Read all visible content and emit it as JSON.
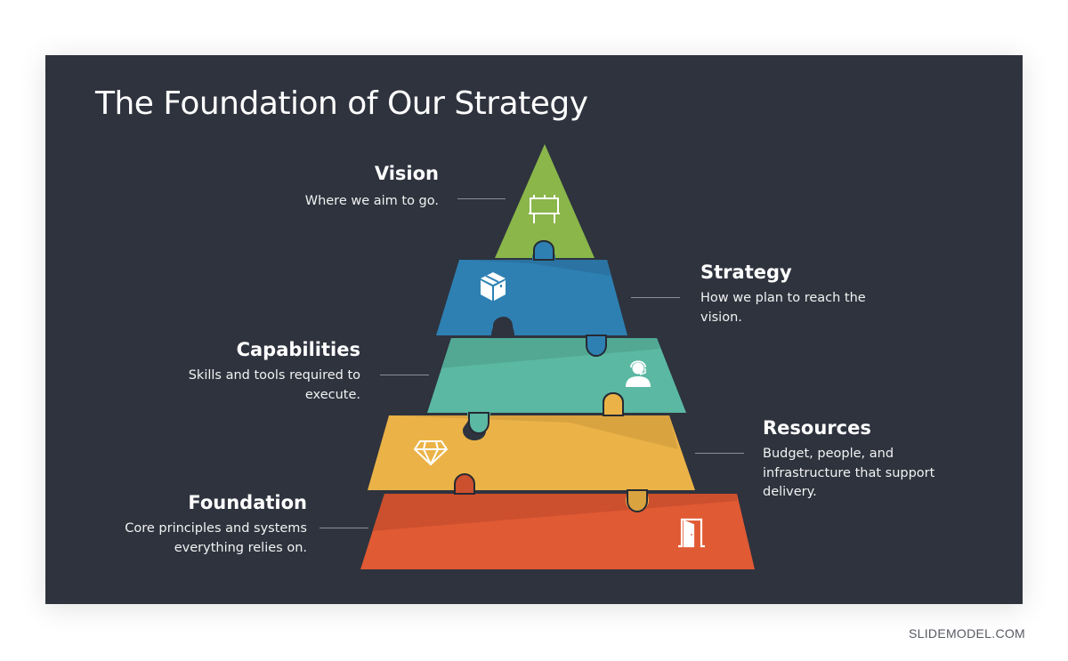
{
  "slide": {
    "title": "The Foundation of Our Strategy",
    "background": "#2e333e"
  },
  "pyramid": {
    "layers": [
      {
        "name": "Vision",
        "description": "Where we aim to go.",
        "color": "#8ab64a",
        "icon": "billboard-icon",
        "side": "left"
      },
      {
        "name": "Strategy",
        "description": "How we plan to reach the vision.",
        "color": "#2e80b3",
        "icon": "package-box-icon",
        "side": "right"
      },
      {
        "name": "Capabilities",
        "description": "Skills and tools required to execute.",
        "color": "#5bb8a3",
        "icon": "support-agent-headset-icon",
        "side": "left"
      },
      {
        "name": "Resources",
        "description": "Budget, people, and infrastructure that support delivery.",
        "color": "#ebb347",
        "icon": "diamond-icon",
        "side": "right"
      },
      {
        "name": "Foundation",
        "description": "Core principles and systems everything relies on.",
        "color": "#e05a33",
        "icon": "open-door-icon",
        "side": "left"
      }
    ]
  },
  "labels": {
    "vision": {
      "title": "Vision",
      "desc": "Where we aim to go."
    },
    "strategy": {
      "title": "Strategy",
      "desc_line1": "How we plan to reach the",
      "desc_line2": "vision."
    },
    "capabilities": {
      "title": "Capabilities",
      "desc_line1": "Skills and tools required to",
      "desc_line2": "execute."
    },
    "resources": {
      "title": "Resources",
      "desc_line1": "Budget, people, and",
      "desc_line2": "infrastructure that support",
      "desc_line3": "delivery."
    },
    "foundation": {
      "title": "Foundation",
      "desc_line1": "Core principles and systems",
      "desc_line2": "everything relies on."
    }
  },
  "watermark": "SLIDEMODEL.COM"
}
